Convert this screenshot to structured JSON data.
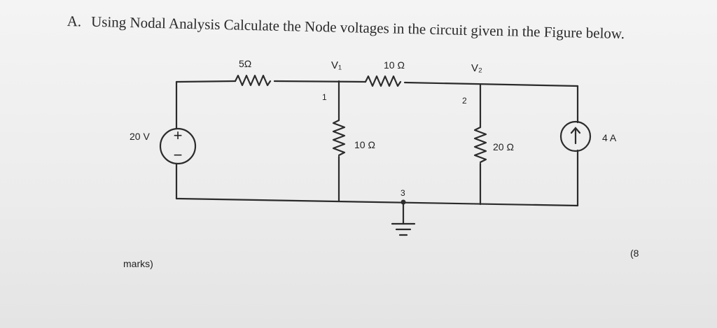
{
  "question": {
    "label": "A.",
    "text": "Using Nodal Analysis Calculate the Node voltages in the circuit given in the Figure below."
  },
  "circuit": {
    "resistor_series_1": "5Ω",
    "node_label_v1": "V₁",
    "resistor_series_2": "10 Ω",
    "node_label_v2": "V₂",
    "node_1": "1",
    "node_2": "2",
    "node_3": "3",
    "voltage_source": "20 V",
    "resistor_shunt_1": "10 Ω",
    "resistor_shunt_2": "20 Ω",
    "current_source": "4 A",
    "source_plus": "+",
    "source_minus": "−"
  },
  "marks": {
    "left": "marks)",
    "right": "(8"
  },
  "colors": {
    "wire": "#2b2b2b",
    "text": "#222222",
    "background": "#f1f1f1"
  }
}
